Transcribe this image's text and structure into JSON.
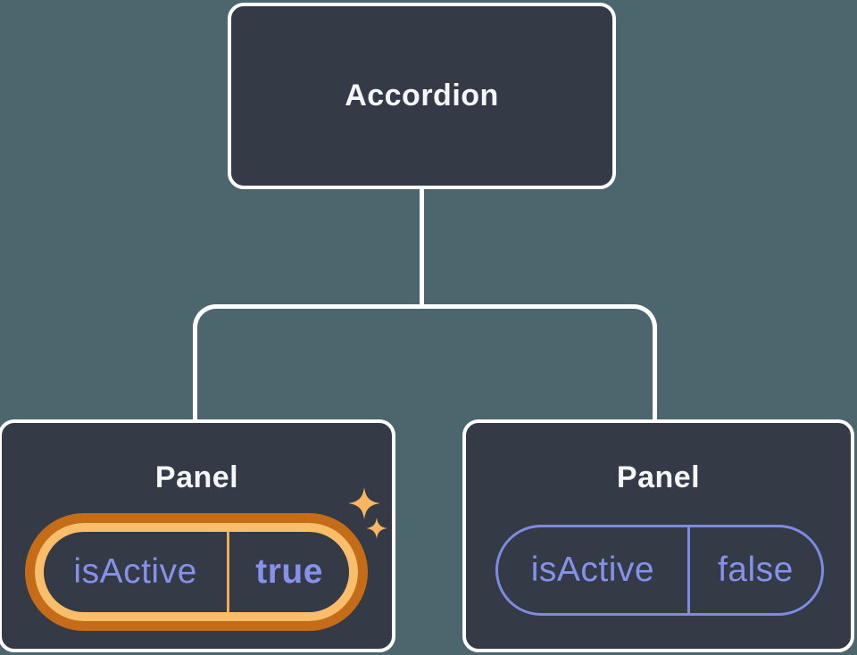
{
  "diagram": {
    "type": "component-tree",
    "root": {
      "label": "Accordion"
    },
    "panels": [
      {
        "label": "Panel",
        "prop": "isActive",
        "value": "true",
        "highlighted": true
      },
      {
        "label": "Panel",
        "prop": "isActive",
        "value": "false",
        "highlighted": false
      }
    ]
  },
  "icons": {
    "sparkle_large": "sparkle-four-point-star",
    "sparkle_small": "sparkle-four-point-star"
  },
  "colors": {
    "background": "#4C666E",
    "node_fill": "#343A46",
    "node_border": "#FFFFFF",
    "connector_line": "#FFFFFF",
    "node_label_text": "#F5F6F8",
    "state_text_purple": "#8591EA",
    "pill_stroke_purple": "#7D8BE2",
    "highlight_ring_outer_orange": "#C56C19",
    "highlight_ring_inner_orange": "#FABD69",
    "highlight_divider_orange": "#EFAB55",
    "sparkle_orange": "#F9B662"
  }
}
